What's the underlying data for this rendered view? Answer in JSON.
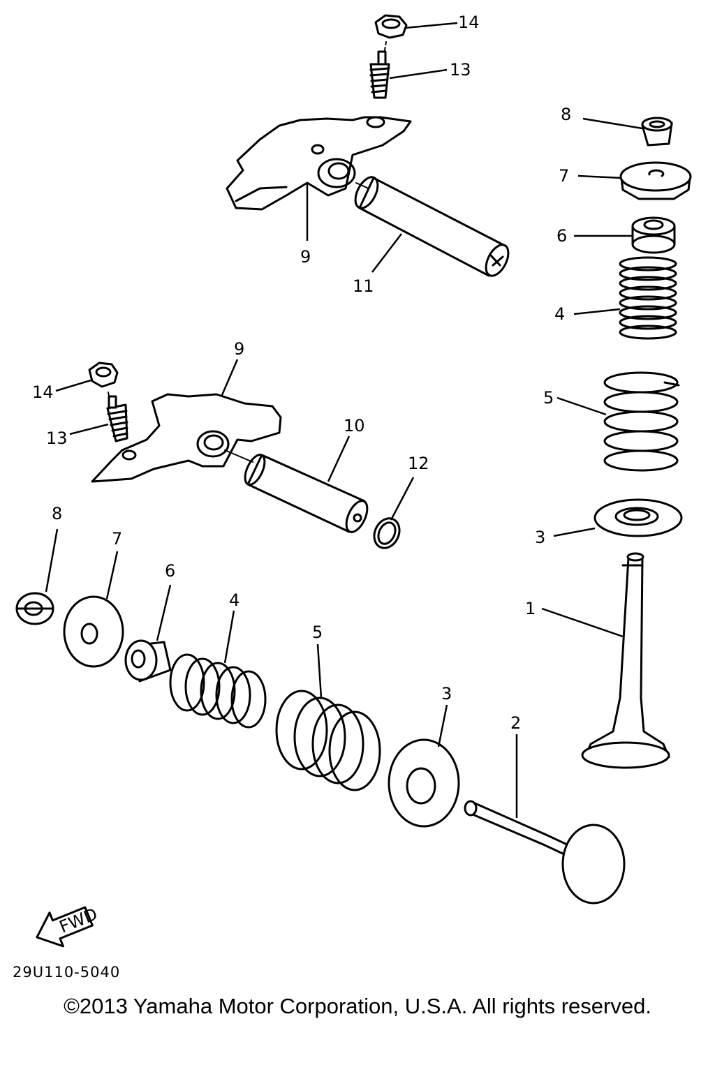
{
  "callouts": [
    "1",
    "2",
    "3",
    "4",
    "5",
    "6",
    "7",
    "8",
    "9",
    "10",
    "11",
    "12",
    "13",
    "14"
  ],
  "fwd_arrow_label": "FWD",
  "drawing_code": "29U110-5040",
  "copyright": "©2013 Yamaha Motor Corporation, U.S.A. All rights reserved."
}
